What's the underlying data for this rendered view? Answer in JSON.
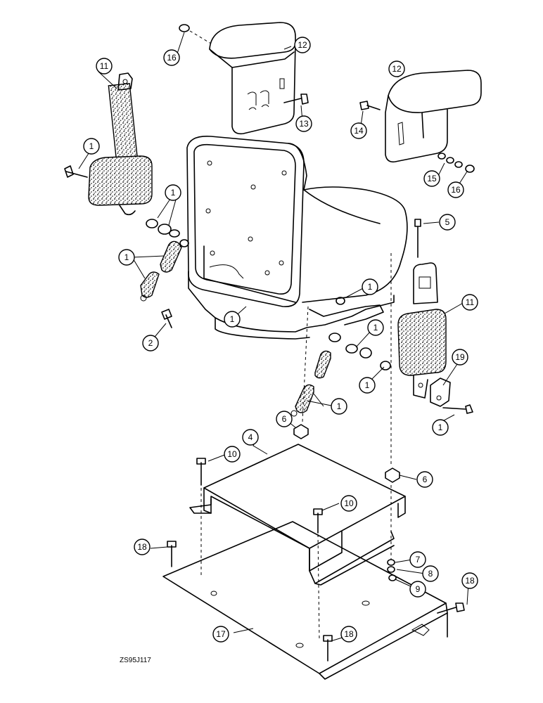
{
  "figure_code": "ZS95J117",
  "callouts": [
    {
      "label": "1"
    },
    {
      "label": "2"
    },
    {
      "label": "4"
    },
    {
      "label": "5"
    },
    {
      "label": "6"
    },
    {
      "label": "7"
    },
    {
      "label": "8"
    },
    {
      "label": "9"
    },
    {
      "label": "10"
    },
    {
      "label": "11"
    },
    {
      "label": "12"
    },
    {
      "label": "13"
    },
    {
      "label": "14"
    },
    {
      "label": "15"
    },
    {
      "label": "16"
    },
    {
      "label": "17"
    },
    {
      "label": "18"
    },
    {
      "label": "19"
    }
  ]
}
